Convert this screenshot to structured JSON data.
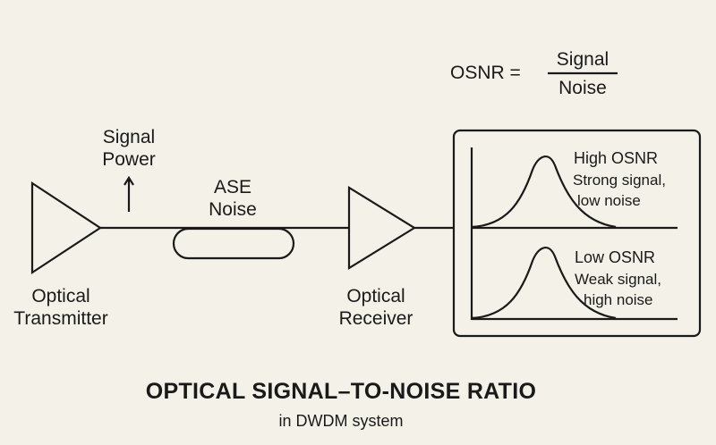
{
  "formula": {
    "lhs": "OSNR =",
    "numerator": "Signal",
    "denominator": "Noise"
  },
  "signal_power": {
    "line1": "Signal",
    "line2": "Power",
    "icon": "arrow-up-icon"
  },
  "ase_noise": {
    "line1": "ASE",
    "line2": "Noise"
  },
  "transmitter": {
    "line1": "Optical",
    "line2": "Transmitter"
  },
  "receiver": {
    "line1": "Optical",
    "line2": "Receiver"
  },
  "spectrum_panel": {
    "high": {
      "title": "High OSNR",
      "line1": "Strong signal,",
      "line2": "low noise"
    },
    "low": {
      "title": "Low OSNR",
      "line1": "Weak signal,",
      "line2": "high noise"
    }
  },
  "title": "OPTICAL SIGNAL–TO-NOISE RATIO",
  "subtitle": "in DWDM system",
  "colors": {
    "background": "#f4f1e9",
    "ink": "#1a1a1a"
  }
}
